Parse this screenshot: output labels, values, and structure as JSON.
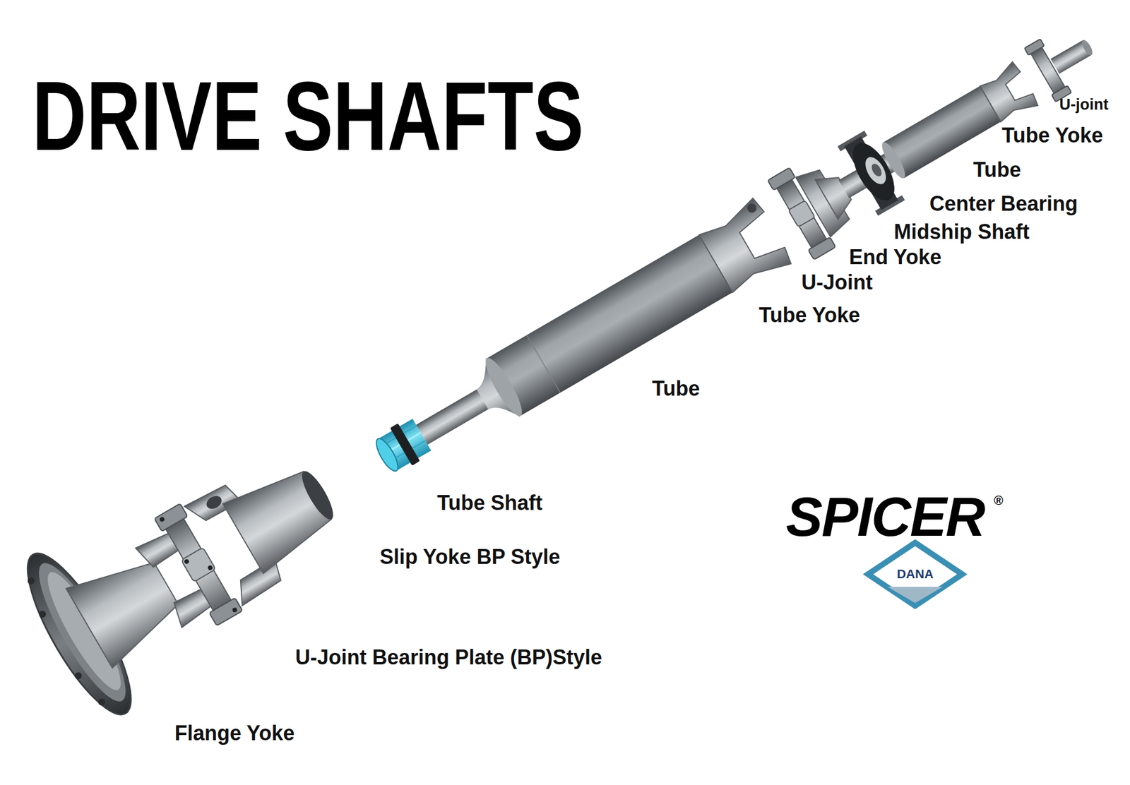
{
  "diagram": {
    "title": "DRIVE SHAFTS",
    "labels": [
      "U-joint",
      "Tube Yoke",
      "Tube",
      "Center Bearing",
      "Midship Shaft",
      "End Yoke",
      "U-Joint",
      "Tube Yoke",
      "Tube",
      "Tube Shaft",
      "Slip Yoke BP Style",
      "U-Joint Bearing Plate (BP)Style",
      "Flange Yoke",
      "SPICER",
      "®",
      "DANA"
    ]
  }
}
